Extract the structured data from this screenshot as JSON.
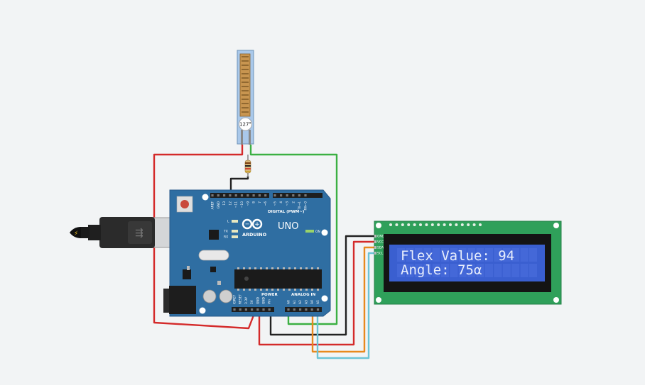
{
  "flex_sensor": {
    "angle_label": "127°"
  },
  "arduino": {
    "logo_text": "ARDUINO",
    "model": "UNO",
    "on_label": "ON",
    "digital_header": "DIGITAL (PWM~)",
    "power_header": "POWER",
    "analog_header": "ANALOG IN",
    "tx_label": "TX",
    "rx_label": "RX",
    "l_label": "L",
    "digital_pins": [
      "AREF",
      "GND",
      "13",
      "12",
      "~11",
      "~10",
      "~9",
      "8",
      "7",
      "~6",
      "~5",
      "4",
      "~3",
      "2",
      "TX→1",
      "RX←0"
    ],
    "power_pins": [
      "IOREF",
      "RESET",
      "3.3V",
      "5V",
      "GND",
      "GND",
      "Vin"
    ],
    "analog_pins": [
      "A0",
      "A1",
      "A2",
      "A3",
      "A4",
      "A5"
    ]
  },
  "lcd": {
    "pins": [
      "GND",
      "VCC",
      "SDA",
      "SCL"
    ],
    "line1": "Flex Value: 94",
    "line2": "Angle: 75α"
  },
  "wire_colors": {
    "red": "#d42a2a",
    "green": "#3cb043",
    "black": "#222222",
    "orange": "#e8891e",
    "cyan": "#6cc4d6"
  }
}
